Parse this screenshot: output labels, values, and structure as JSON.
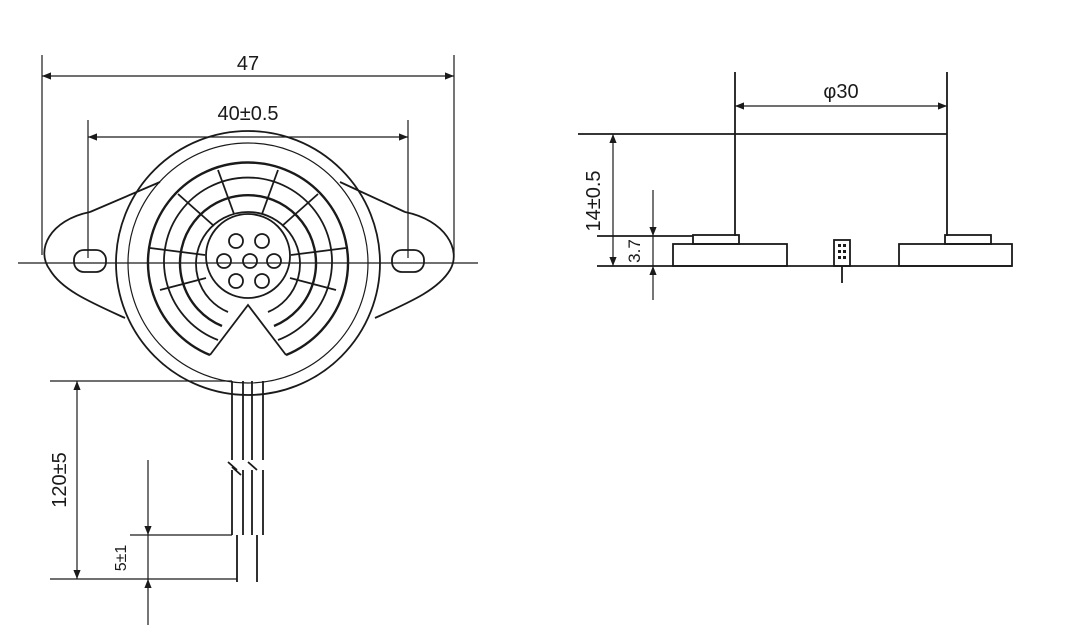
{
  "dimensions": {
    "overall_width": "47",
    "mounting_hole_spacing": "40±0.5",
    "diameter": "φ30",
    "height": "14±0.5",
    "flange_thickness": "3.7",
    "lead_length": "120±5",
    "lead_strip": "5±1"
  }
}
